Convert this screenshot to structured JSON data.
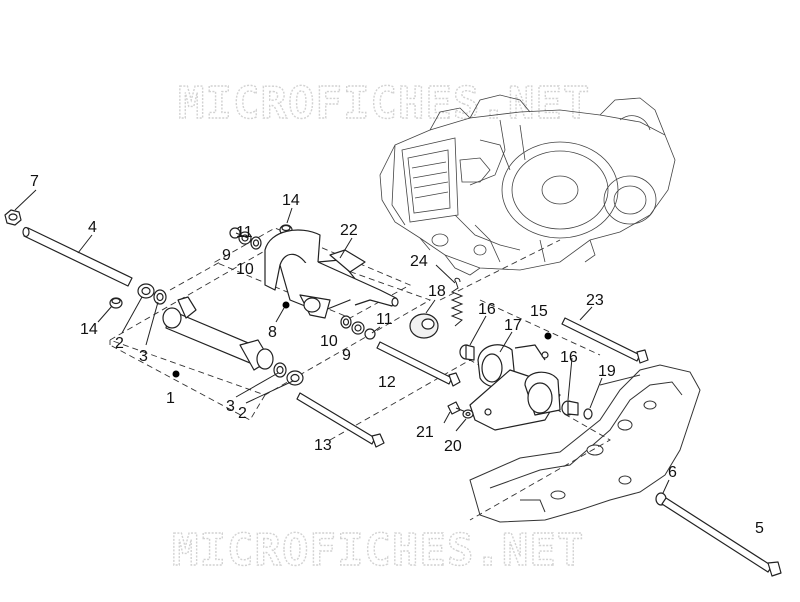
{
  "watermark": {
    "top_text": "MICROFICHES.NET",
    "bottom_text": "MICROFICHES.NET"
  },
  "callouts": [
    {
      "id": "c7a",
      "label": "7"
    },
    {
      "id": "c4",
      "label": "4"
    },
    {
      "id": "c14a",
      "label": "14"
    },
    {
      "id": "c2a",
      "label": "2"
    },
    {
      "id": "c3a",
      "label": "3"
    },
    {
      "id": "c1",
      "label": "1"
    },
    {
      "id": "c3b",
      "label": "3"
    },
    {
      "id": "c2b",
      "label": "2"
    },
    {
      "id": "c13",
      "label": "13"
    },
    {
      "id": "c14b",
      "label": "14"
    },
    {
      "id": "c11a",
      "label": "11"
    },
    {
      "id": "c9a",
      "label": "9"
    },
    {
      "id": "c10a",
      "label": "10"
    },
    {
      "id": "c22",
      "label": "22"
    },
    {
      "id": "c8",
      "label": "8"
    },
    {
      "id": "c10b",
      "label": "10"
    },
    {
      "id": "c9b",
      "label": "9"
    },
    {
      "id": "c11b",
      "label": "11"
    },
    {
      "id": "c24",
      "label": "24"
    },
    {
      "id": "c18",
      "label": "18"
    },
    {
      "id": "c12",
      "label": "12"
    },
    {
      "id": "c16a",
      "label": "16"
    },
    {
      "id": "c17",
      "label": "17"
    },
    {
      "id": "c15",
      "label": "15"
    },
    {
      "id": "c23",
      "label": "23"
    },
    {
      "id": "c16b",
      "label": "16"
    },
    {
      "id": "c19",
      "label": "19"
    },
    {
      "id": "c21",
      "label": "21"
    },
    {
      "id": "c20",
      "label": "20"
    },
    {
      "id": "c6",
      "label": "6"
    },
    {
      "id": "c5",
      "label": "5"
    }
  ]
}
